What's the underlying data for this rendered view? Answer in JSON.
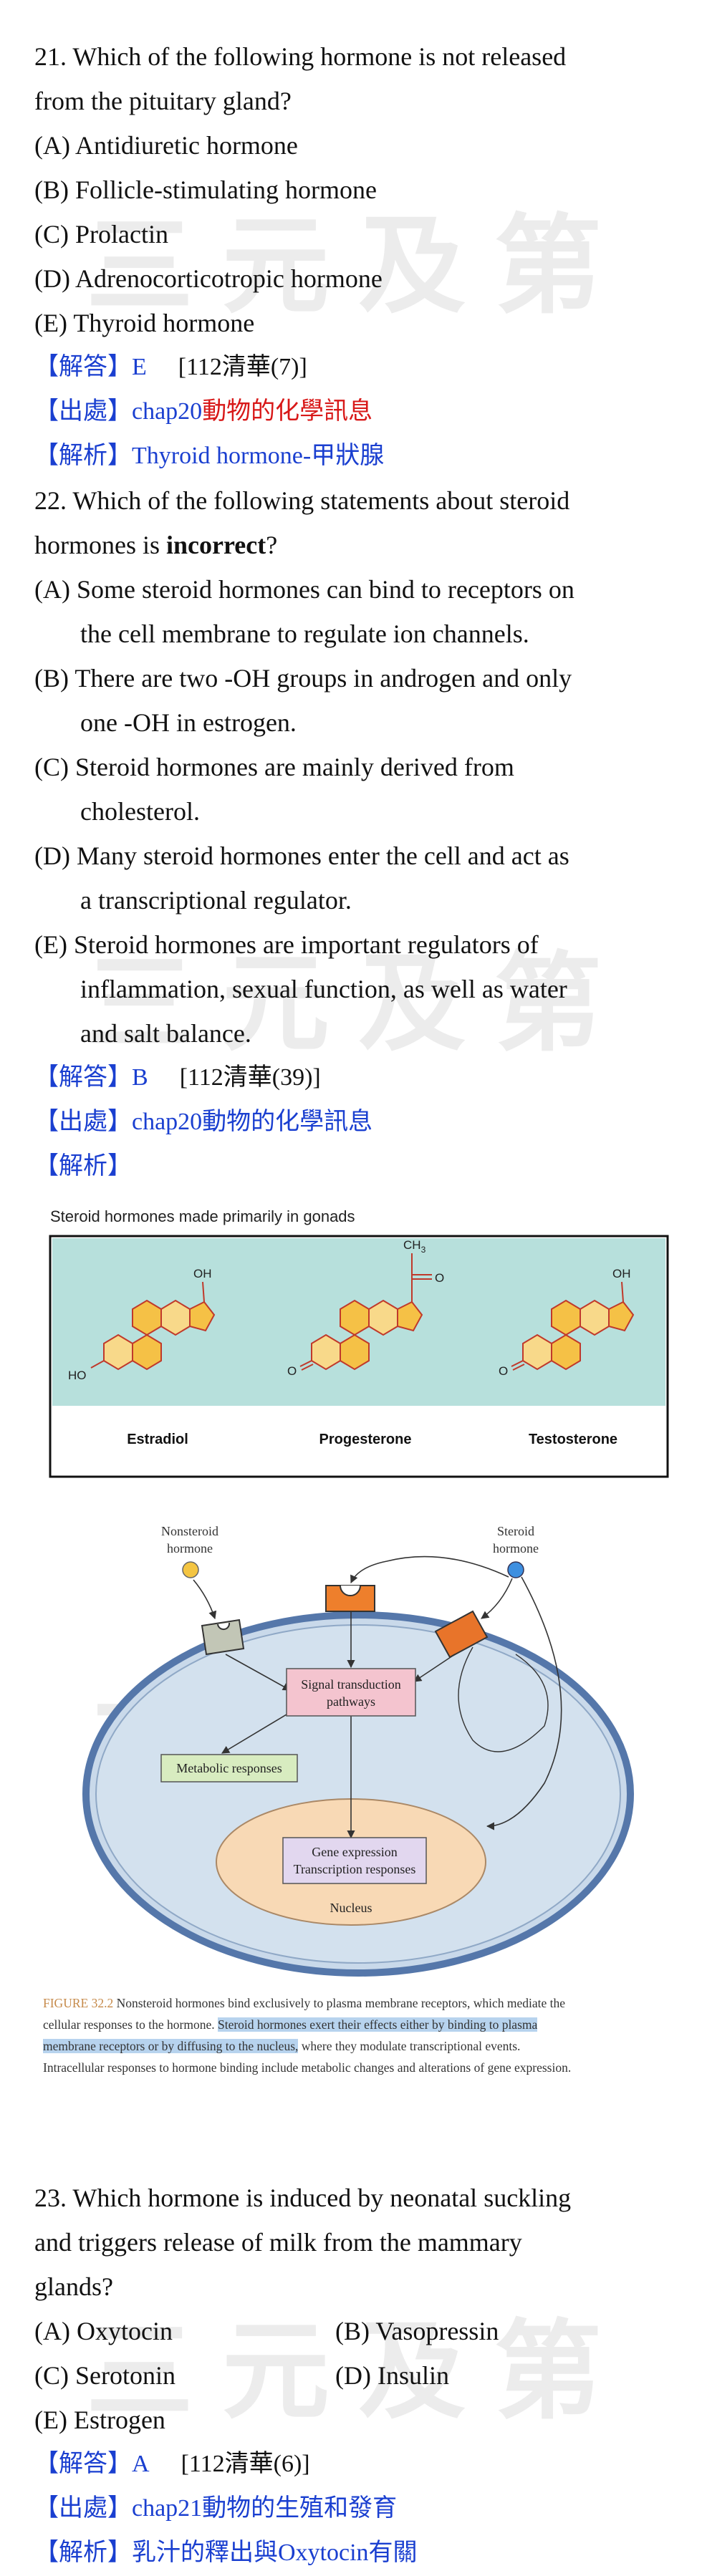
{
  "watermark": "三元及第",
  "q21": {
    "lines": [
      "21. Which of the following hormone is not released",
      "from the pituitary gland?",
      "(A) Antidiuretic hormone",
      "(B) Follicle-stimulating hormone",
      "(C) Prolactin",
      "(D) Adrenocorticotropic hormone",
      "(E) Thyroid hormone"
    ],
    "answer_label": "【解答】E",
    "answer_ref": "[112清華(7)]",
    "source_label": "【出處】chap20",
    "source_text": "動物的化學訊息",
    "analysis": "【解析】Thyroid hormone-甲狀腺"
  },
  "q22": {
    "stem1": "22. Which of the following statements about steroid",
    "stem2_pre": "hormones is ",
    "stem2_bold": "incorrect",
    "stem2_post": "?",
    "a1": "(A) Some steroid hormones can bind to receptors on",
    "a2": "the cell membrane to regulate ion channels.",
    "b1": "(B) There are two -OH groups in androgen and only",
    "b2": "one -OH in estrogen.",
    "c1": "(C) Steroid hormones are mainly derived from",
    "c2": "cholesterol.",
    "d1": "(D) Many steroid hormones enter the cell and act as",
    "d2": "a transcriptional regulator.",
    "e1": "(E) Steroid hormones are important regulators of",
    "e2": "inflammation, sexual function, as well as water",
    "e3": "and salt balance.",
    "answer_label": "【解答】B",
    "answer_ref": "[112清華(39)]",
    "source": "【出處】chap20動物的化學訊息",
    "analysis": "【解析】"
  },
  "steroid_figure": {
    "title": "Steroid hormones made primarily in gonads",
    "names": [
      "Estradiol",
      "Progesterone",
      "Testosterone"
    ],
    "labels": {
      "oh": "OH",
      "ho": "HO",
      "o": "O",
      "ch3": "CH",
      "ch3_sub": "3"
    },
    "colors": {
      "panel": "#b7e0dc",
      "ring_light": "#f8d98a",
      "ring_dark": "#f5c146",
      "stroke": "#c0392b"
    }
  },
  "signal_figure": {
    "nonsteroid": [
      "Nonsteroid",
      "hormone"
    ],
    "steroid": [
      "Steroid",
      "hormone"
    ],
    "signal": [
      "Signal transduction",
      "pathways"
    ],
    "metabolic": "Metabolic responses",
    "gene": [
      "Gene expression",
      "Transcription responses"
    ],
    "nucleus": "Nucleus",
    "caption_lines": [
      {
        "pre": "FIGURE 32.2",
        "text": "  Nonsteroid hormones bind exclusively to plasma membrane receptors, which mediate the"
      },
      {
        "text": "cellular responses to the hormone. ",
        "hl": "Steroid hormones exert their effects either by binding to plasma"
      },
      {
        "hl": "membrane receptors or by diffusing to the nucleus,",
        "text": " where they modulate transcriptional events."
      },
      {
        "text": "Intracellular responses to hormone binding include metabolic changes and alterations of gene expression."
      }
    ]
  },
  "q23": {
    "lines": [
      "23. Which hormone is induced by neonatal suckling",
      "and triggers release of milk from the mammary",
      "glands?"
    ],
    "optA": "(A) Oxytocin",
    "optB": "(B) Vasopressin",
    "optC": "(C) Serotonin",
    "optD": "(D) Insulin",
    "optE": "(E) Estrogen",
    "answer_label": "【解答】A",
    "answer_ref": "[112清華(6)]",
    "source": "【出處】chap21動物的生殖和發育",
    "analysis": "【解析】乳汁的釋出與Oxytocin有關"
  }
}
